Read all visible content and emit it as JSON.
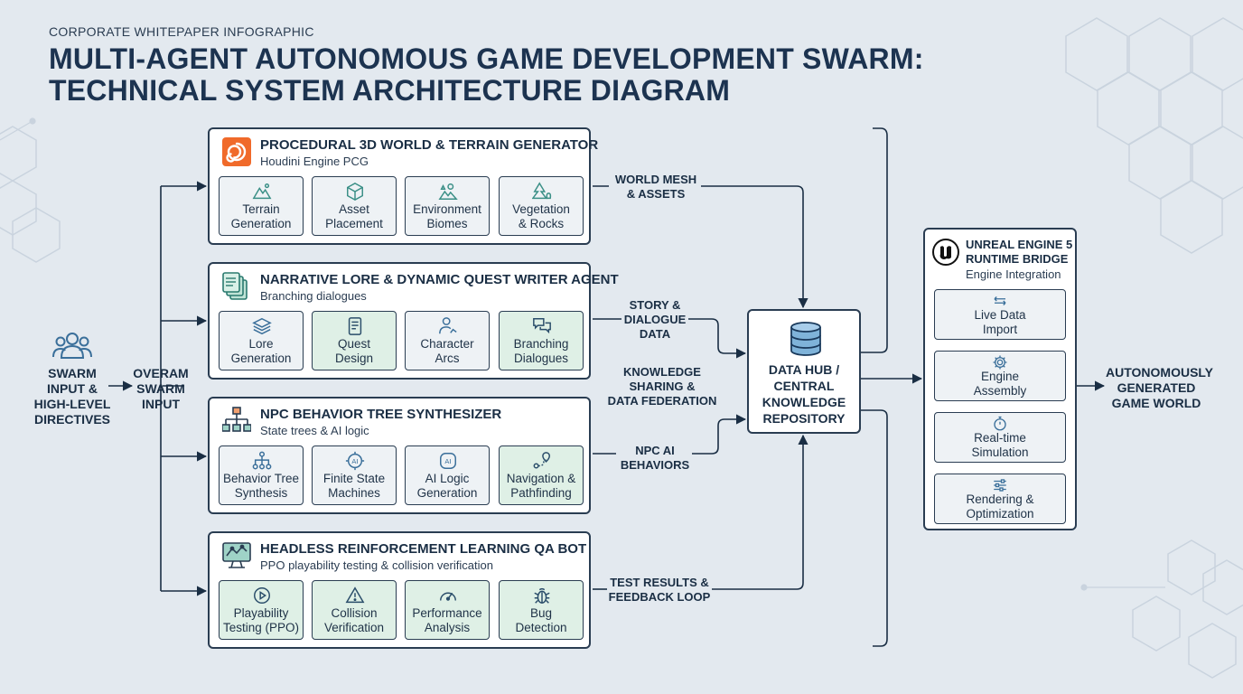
{
  "header": {
    "eyebrow": "CORPORATE WHITEPAPER INFOGRAPHIC",
    "title_line1": "MULTI-AGENT AUTONOMOUS GAME DEVELOPMENT SWARM:",
    "title_line2": "TECHNICAL SYSTEM ARCHITECTURE DIAGRAM"
  },
  "input": {
    "icon": "users-icon",
    "label_lines": [
      "SWARM",
      "INPUT &",
      "HIGH-LEVEL",
      "DIRECTIVES"
    ],
    "router_lines": [
      "OVERAM",
      "SWARM",
      "INPUT"
    ]
  },
  "agents": [
    {
      "title": "PROCEDURAL 3D WORLD & TERRAIN GENERATOR",
      "subtitle": "Houdini Engine PCG",
      "icon": "houdini-logo-icon",
      "tasks": [
        {
          "line1": "Terrain",
          "line2": "Generation",
          "icon": "mountain-icon",
          "highlight": false
        },
        {
          "line1": "Asset",
          "line2": "Placement",
          "icon": "cube-icon",
          "highlight": false
        },
        {
          "line1": "Environment",
          "line2": "Biomes",
          "icon": "biome-icon",
          "highlight": false
        },
        {
          "line1": "Vegetation",
          "line2": "& Rocks",
          "icon": "tree-icon",
          "highlight": false
        }
      ]
    },
    {
      "title": "NARRATIVE LORE & DYNAMIC QUEST WRITER AGENT",
      "subtitle": "Branching dialogues",
      "icon": "documents-icon",
      "tasks": [
        {
          "line1": "Lore",
          "line2": "Generation",
          "icon": "layers-icon",
          "highlight": false
        },
        {
          "line1": "Quest",
          "line2": "Design",
          "icon": "scroll-icon",
          "highlight": true
        },
        {
          "line1": "Character",
          "line2": "Arcs",
          "icon": "person-arc-icon",
          "highlight": false
        },
        {
          "line1": "Branching",
          "line2": "Dialogues",
          "icon": "chat-bubbles-icon",
          "highlight": true
        }
      ]
    },
    {
      "title": "NPC BEHAVIOR TREE SYNTHESIZER",
      "subtitle": "State trees & AI logic",
      "icon": "tree-structure-icon",
      "tasks": [
        {
          "line1": "Behavior Tree",
          "line2": "Synthesis",
          "icon": "hierarchy-icon",
          "highlight": false
        },
        {
          "line1": "Finite State",
          "line2": "Machines",
          "icon": "ai-chip-icon",
          "highlight": false
        },
        {
          "line1": "AI Logic",
          "line2": "Generation",
          "icon": "ai-badge-icon",
          "highlight": false
        },
        {
          "line1": "Navigation &",
          "line2": "Pathfinding",
          "icon": "route-pin-icon",
          "highlight": true
        }
      ]
    },
    {
      "title": "HEADLESS REINFORCEMENT LEARNING QA BOT",
      "subtitle": "PPO playability testing & collision verification",
      "icon": "monitor-graph-icon",
      "tasks": [
        {
          "line1": "Playability",
          "line2": "Testing (PPO)",
          "icon": "play-icon",
          "highlight": true
        },
        {
          "line1": "Collision",
          "line2": "Verification",
          "icon": "warning-icon",
          "highlight": true
        },
        {
          "line1": "Performance",
          "line2": "Analysis",
          "icon": "gauge-icon",
          "highlight": true
        },
        {
          "line1": "Bug",
          "line2": "Detection",
          "icon": "bug-icon",
          "highlight": true
        }
      ]
    }
  ],
  "flows": {
    "world": [
      "WORLD MESH",
      "& ASSETS"
    ],
    "story": [
      "STORY &",
      "DIALOGUE",
      "DATA"
    ],
    "knowledge": [
      "KNOWLEDGE",
      "SHARING &",
      "DATA FEDERATION"
    ],
    "npc": [
      "NPC AI",
      "BEHAVIORS"
    ],
    "test": [
      "TEST RESULTS &",
      "FEEDBACK LOOP"
    ]
  },
  "hub": {
    "icon": "database-icon",
    "label_lines": [
      "DATA HUB /",
      "CENTRAL",
      "KNOWLEDGE",
      "REPOSITORY"
    ]
  },
  "unreal": {
    "logo": "unreal-logo-icon",
    "title_lines": [
      "UNREAL ENGINE 5",
      "RUNTIME BRIDGE"
    ],
    "subtitle": "Engine Integration",
    "steps": [
      {
        "line1": "Live Data",
        "line2": "Import",
        "icon": "arrows-icon"
      },
      {
        "line1": "Engine",
        "line2": "Assembly",
        "icon": "gear-icon"
      },
      {
        "line1": "Real-time",
        "line2": "Simulation",
        "icon": "stopwatch-icon"
      },
      {
        "line1": "Rendering &",
        "line2": "Optimization",
        "icon": "sliders-icon"
      }
    ]
  },
  "output": {
    "label_lines": [
      "AUTONOMOUSLY",
      "GENERATED",
      "GAME WORLD"
    ]
  },
  "colors": {
    "background": "#e3e9ef",
    "ink": "#1a2e44",
    "task_highlight": "#dff0e6",
    "task_default": "#eef2f5",
    "icon_teal": "#3a8f86",
    "houdini_orange": "#f06a2a"
  }
}
